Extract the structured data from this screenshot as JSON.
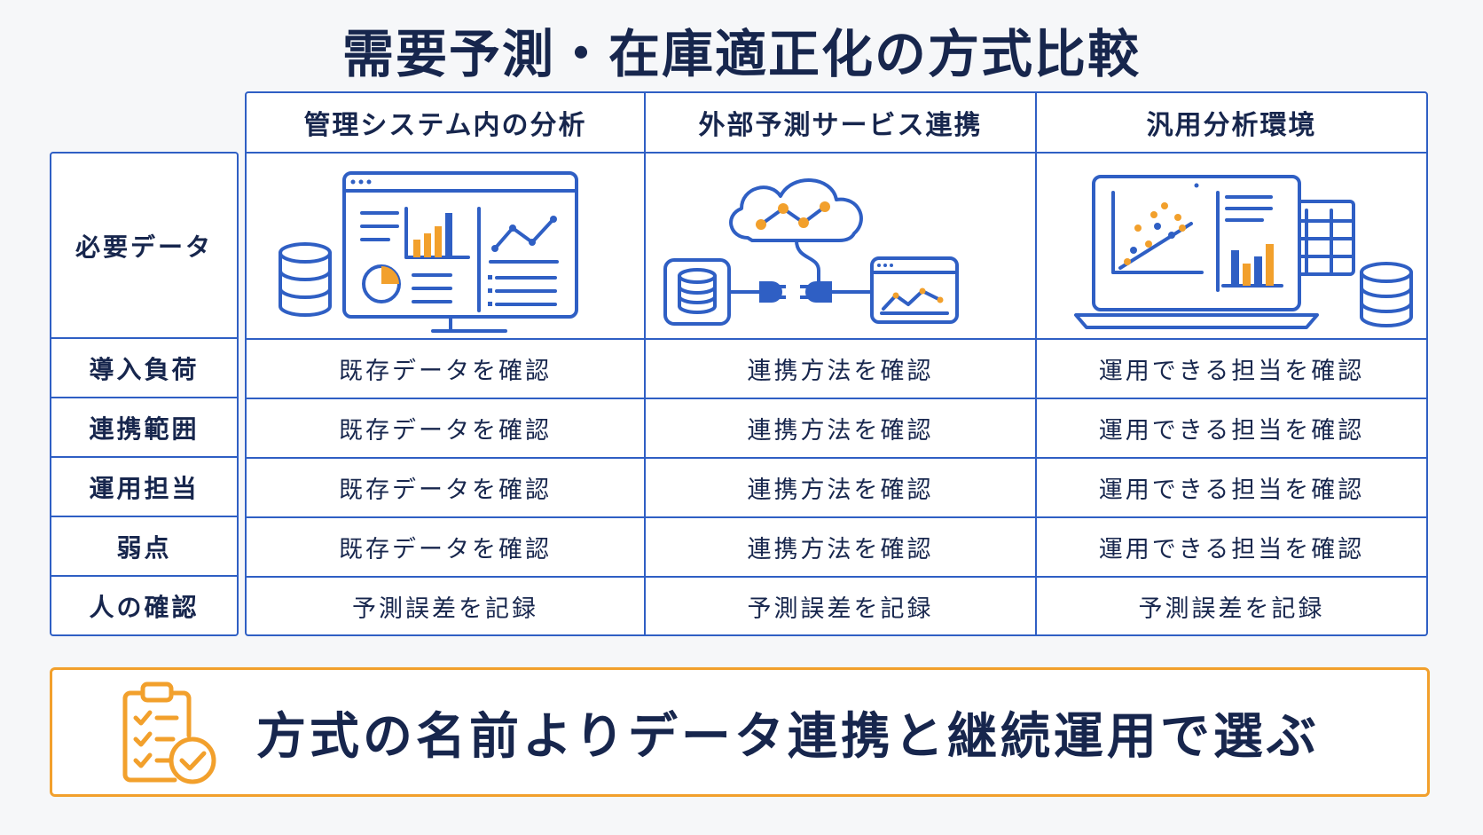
{
  "title": "需要予測・在庫適正化の方式比較",
  "columns": [
    {
      "label": "管理システム内の分析"
    },
    {
      "label": "外部予測サービス連携"
    },
    {
      "label": "汎用分析環境"
    }
  ],
  "row_labels": [
    "必要データ",
    "導入負荷",
    "連携範囲",
    "運用担当",
    "弱点",
    "人の確認"
  ],
  "rows": [
    [
      "既存データを確認",
      "連携方法を確認",
      "運用できる担当を確認"
    ],
    [
      "既存データを確認",
      "連携方法を確認",
      "運用できる担当を確認"
    ],
    [
      "既存データを確認",
      "連携方法を確認",
      "運用できる担当を確認"
    ],
    [
      "既存データを確認",
      "連携方法を確認",
      "運用できる担当を確認"
    ],
    [
      "予測誤差を記録",
      "予測誤差を記録",
      "予測誤差を記録"
    ]
  ],
  "footer": {
    "text": "方式の名前よりデータ連携と継続運用で選ぶ",
    "icon": "clipboard-check-icon"
  },
  "colors": {
    "accent": "#2f5fc4",
    "highlight": "#f2a02c",
    "text": "#17264d"
  }
}
